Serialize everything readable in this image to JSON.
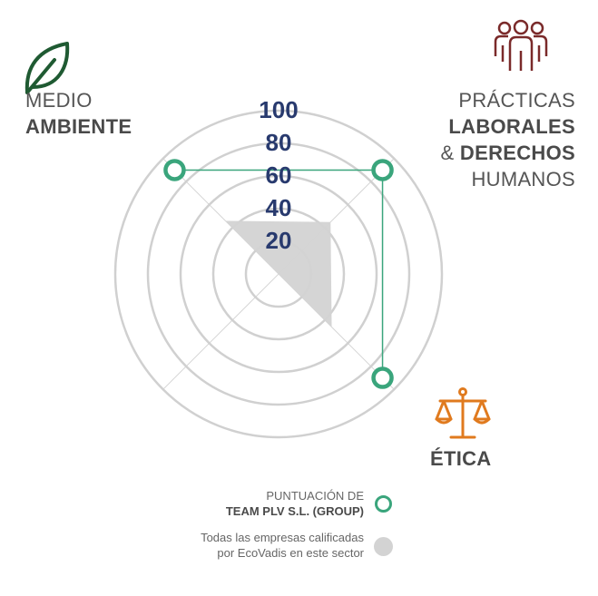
{
  "categories": {
    "environment": {
      "line1": "MEDIO",
      "line2": "AMBIENTE"
    },
    "labor": {
      "line1": "PRÁCTICAS",
      "line2": "LABORALES",
      "line3a": "& ",
      "line3b": "DERECHOS",
      "line4": "HUMANOS"
    },
    "ethics": {
      "line1": "ÉTICA"
    }
  },
  "legend": {
    "company_line1": "PUNTUACIÓN DE",
    "company_line2": "TEAM PLV S.L. (GROUP)",
    "sector_line1": "Todas las empresas calificadas",
    "sector_line2": "por EcoVadis en este sector"
  },
  "colors": {
    "company": "#3aa57c",
    "sector": "#d3d3d3",
    "environment_icon": "#1f5a32",
    "labor_icon": "#7a2a2a",
    "ethics_icon": "#e07a1e",
    "tick_labels": "#283a6e"
  },
  "icons": {
    "environment": "leaf-icon",
    "labor": "people-group-icon",
    "ethics": "scales-icon"
  },
  "chart_data": {
    "type": "radar",
    "axes": [
      "MEDIO AMBIENTE",
      "PRÁCTICAS LABORALES & DERECHOS HUMANOS",
      "ÉTICA"
    ],
    "axis_angles_deg": [
      -45,
      45,
      135
    ],
    "rlim": [
      0,
      100
    ],
    "ticks": [
      20,
      40,
      60,
      80,
      100
    ],
    "tick_labels": [
      "20",
      "40",
      "60",
      "80",
      "100"
    ],
    "series": [
      {
        "name": "TEAM PLV S.L. (GROUP)",
        "values": [
          90,
          90,
          90
        ]
      },
      {
        "name": "Todas las empresas calificadas por EcoVadis en este sector",
        "values": [
          46,
          45,
          46
        ]
      }
    ],
    "grid": true
  }
}
